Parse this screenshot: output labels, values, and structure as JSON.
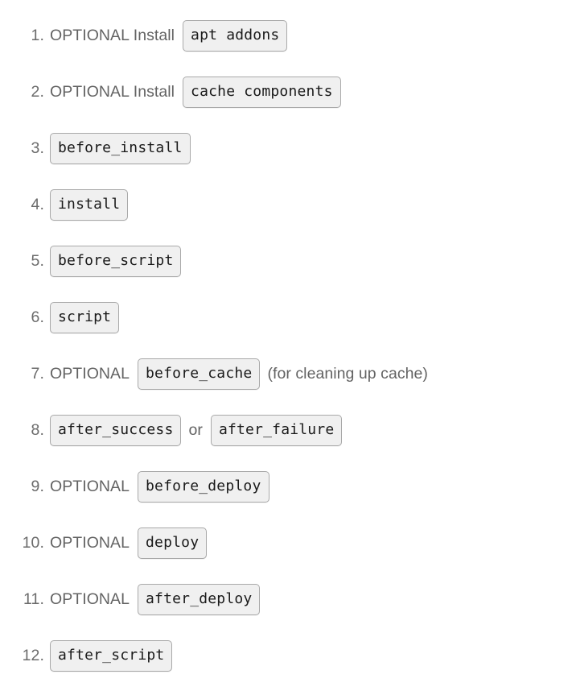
{
  "page": {
    "background_color": "#ffffff",
    "text_color": "#636363",
    "code_text_color": "#1a1a1a",
    "code_background_color": "#f0f0f0",
    "code_border_color": "#a9a9a9"
  },
  "list": {
    "items": [
      {
        "number": "1.",
        "parts": [
          {
            "type": "text",
            "value": "OPTIONAL Install"
          },
          {
            "type": "code",
            "value": "apt addons"
          }
        ]
      },
      {
        "number": "2.",
        "parts": [
          {
            "type": "text",
            "value": "OPTIONAL Install"
          },
          {
            "type": "code",
            "value": "cache components"
          }
        ]
      },
      {
        "number": "3.",
        "parts": [
          {
            "type": "code",
            "value": "before_install"
          }
        ]
      },
      {
        "number": "4.",
        "parts": [
          {
            "type": "code",
            "value": "install"
          }
        ]
      },
      {
        "number": "5.",
        "parts": [
          {
            "type": "code",
            "value": "before_script"
          }
        ]
      },
      {
        "number": "6.",
        "parts": [
          {
            "type": "code",
            "value": "script"
          }
        ]
      },
      {
        "number": "7.",
        "parts": [
          {
            "type": "text",
            "value": "OPTIONAL"
          },
          {
            "type": "code",
            "value": "before_cache"
          },
          {
            "type": "text",
            "value": "(for cleaning up cache)"
          }
        ]
      },
      {
        "number": "8.",
        "parts": [
          {
            "type": "code",
            "value": "after_success"
          },
          {
            "type": "text",
            "value": "or"
          },
          {
            "type": "code",
            "value": "after_failure"
          }
        ]
      },
      {
        "number": "9.",
        "parts": [
          {
            "type": "text",
            "value": "OPTIONAL"
          },
          {
            "type": "code",
            "value": "before_deploy"
          }
        ]
      },
      {
        "number": "10.",
        "parts": [
          {
            "type": "text",
            "value": "OPTIONAL"
          },
          {
            "type": "code",
            "value": "deploy"
          }
        ]
      },
      {
        "number": "11.",
        "parts": [
          {
            "type": "text",
            "value": "OPTIONAL"
          },
          {
            "type": "code",
            "value": "after_deploy"
          }
        ]
      },
      {
        "number": "12.",
        "parts": [
          {
            "type": "code",
            "value": "after_script"
          }
        ]
      }
    ]
  }
}
